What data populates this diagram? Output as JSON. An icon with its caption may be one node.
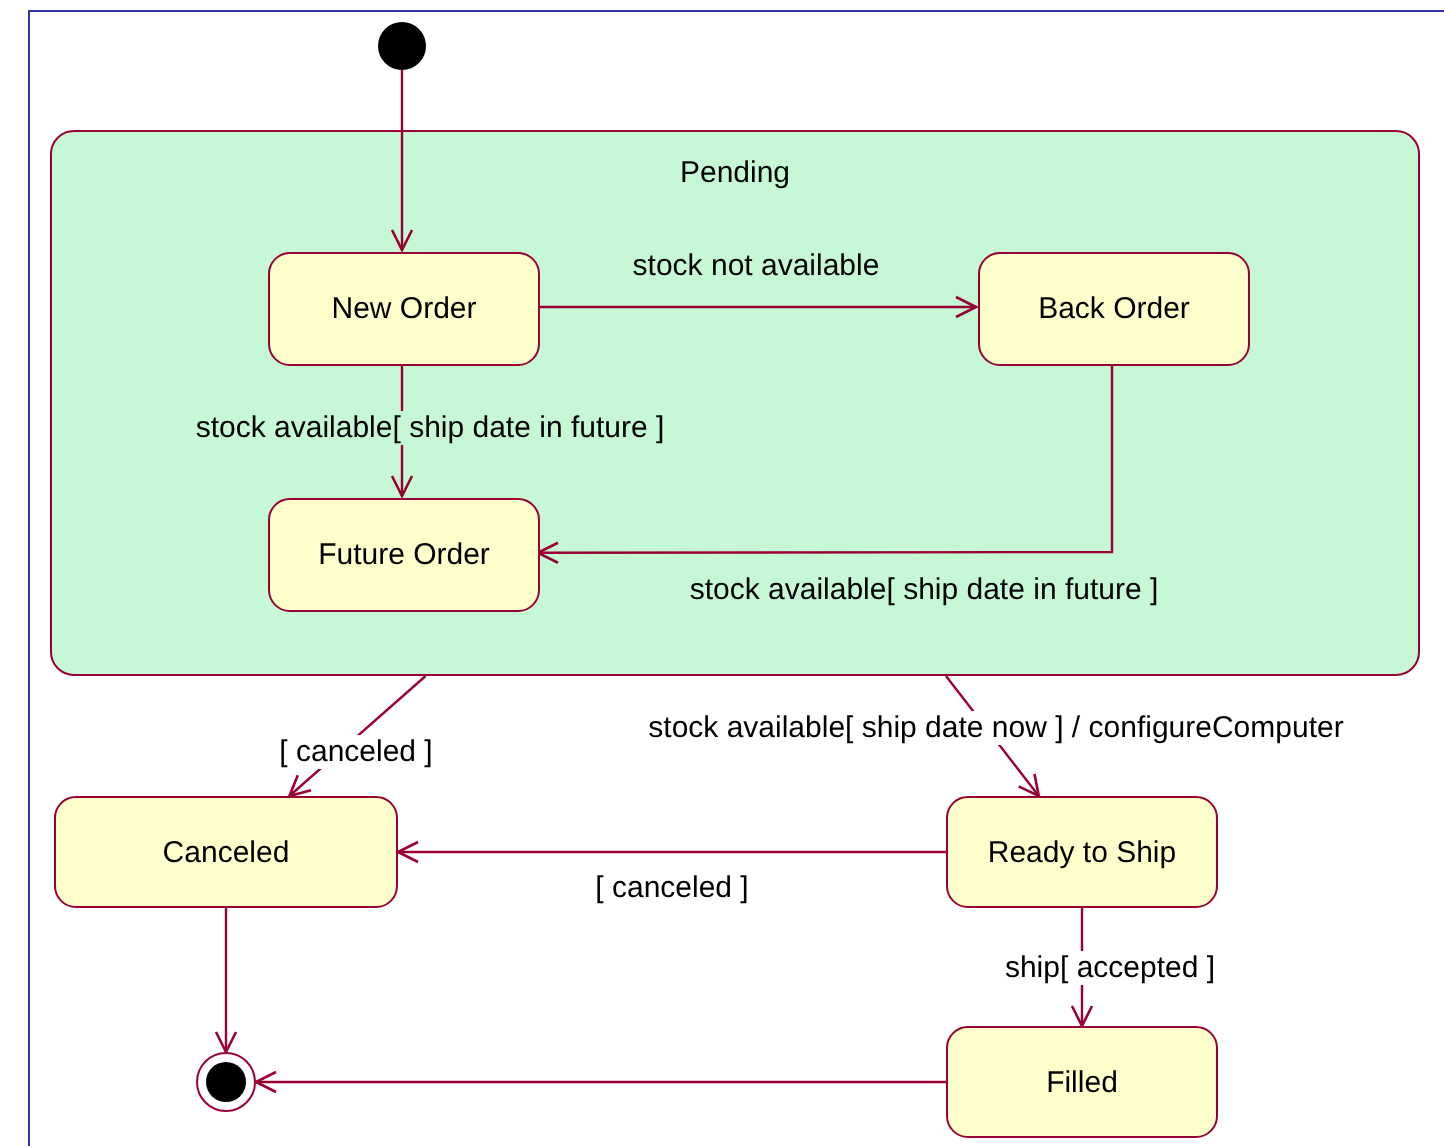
{
  "diagram": {
    "nodes": [
      {
        "text": [],
        "shape": "circle"
      },
      {
        "text": [
          "Pending"
        ]
      },
      {
        "text": [
          "New Order"
        ],
        "in": 1
      },
      {
        "text": [
          "Back Order"
        ],
        "in": 1
      },
      {
        "text": [
          "Future Order"
        ],
        "in": 1
      },
      {
        "text": [
          "Canceled"
        ]
      },
      {
        "text": [
          "Ready to Ship"
        ]
      },
      {
        "text": [
          "Filled"
        ]
      },
      {
        "text": [],
        "shape": "circle"
      }
    ],
    "edges": [
      {
        "from": 0,
        "to": 2,
        "arrow": "to"
      },
      {
        "from": 2,
        "to": 3,
        "arrow": "to",
        "label": "stock not available"
      },
      {
        "from": 2,
        "to": 4,
        "arrow": "to",
        "label": "stock available[ ship date in future ]"
      },
      {
        "from": 3,
        "to": 4,
        "arrow": "to",
        "label": "stock available[ ship date in future ]"
      },
      {
        "from": 1,
        "to": 5,
        "arrow": "to",
        "label": "[ canceled ]"
      },
      {
        "from": 1,
        "to": 6,
        "arrow": "to",
        "label": "stock available[ ship date now ] / configureComputer"
      },
      {
        "from": 6,
        "to": 5,
        "arrow": "to",
        "label": "[ canceled ]"
      },
      {
        "from": 6,
        "to": 7,
        "arrow": "to",
        "label": "ship[ accepted ]"
      },
      {
        "from": 5,
        "to": 8,
        "arrow": "to"
      },
      {
        "from": 7,
        "to": 8,
        "arrow": "to"
      }
    ]
  }
}
